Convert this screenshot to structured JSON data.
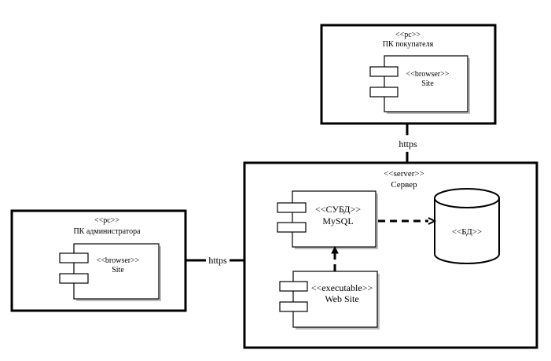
{
  "diagram": {
    "type": "UML deployment diagram",
    "nodes": {
      "customer_pc": {
        "stereotype": "<<pc>>",
        "name": "ПК покупателя",
        "component": {
          "stereotype": "<<browser>>",
          "name": "Site"
        }
      },
      "admin_pc": {
        "stereotype": "<<pc>>",
        "name": "ПК администратора",
        "component": {
          "stereotype": "<<browser>>",
          "name": "Site"
        }
      },
      "server": {
        "stereotype": "<<server>>",
        "name": "Сервер",
        "components": {
          "dbms": {
            "stereotype": "<<СУБД>>",
            "name": "MySQL"
          },
          "web_site": {
            "stereotype": "<<executable>>",
            "name": "Web Site"
          }
        },
        "database": {
          "stereotype": "<<БД>>"
        }
      }
    },
    "links": {
      "customer_to_server": "https",
      "admin_to_server": "https"
    }
  }
}
